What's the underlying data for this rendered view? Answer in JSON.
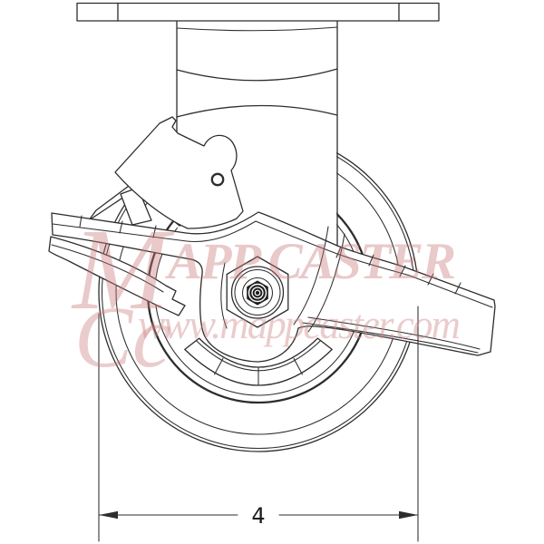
{
  "canvas": {
    "background": "#ffffff",
    "line_color": "#2d2d2d"
  },
  "watermark": {
    "script_m": "M",
    "block_text": "APP CASTER",
    "monogram": "Cc",
    "url": "www.mappcaster.com",
    "color": "#c97a7a",
    "url_color": "#cf8787"
  },
  "dimension": {
    "value": "4"
  }
}
